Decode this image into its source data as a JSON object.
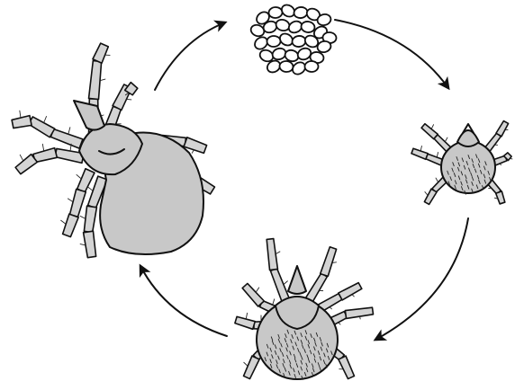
{
  "diagram": {
    "stages": [
      {
        "key": "eggs"
      },
      {
        "key": "larva"
      },
      {
        "key": "nymph"
      },
      {
        "key": "adult"
      }
    ],
    "arrow_count": 4,
    "colors": {
      "background": "#ffffff",
      "ink": "#111111",
      "body_fill": "#c8c8c8",
      "leg_fill": "#d4d4d4",
      "egg_fill": "#ffffff"
    }
  }
}
